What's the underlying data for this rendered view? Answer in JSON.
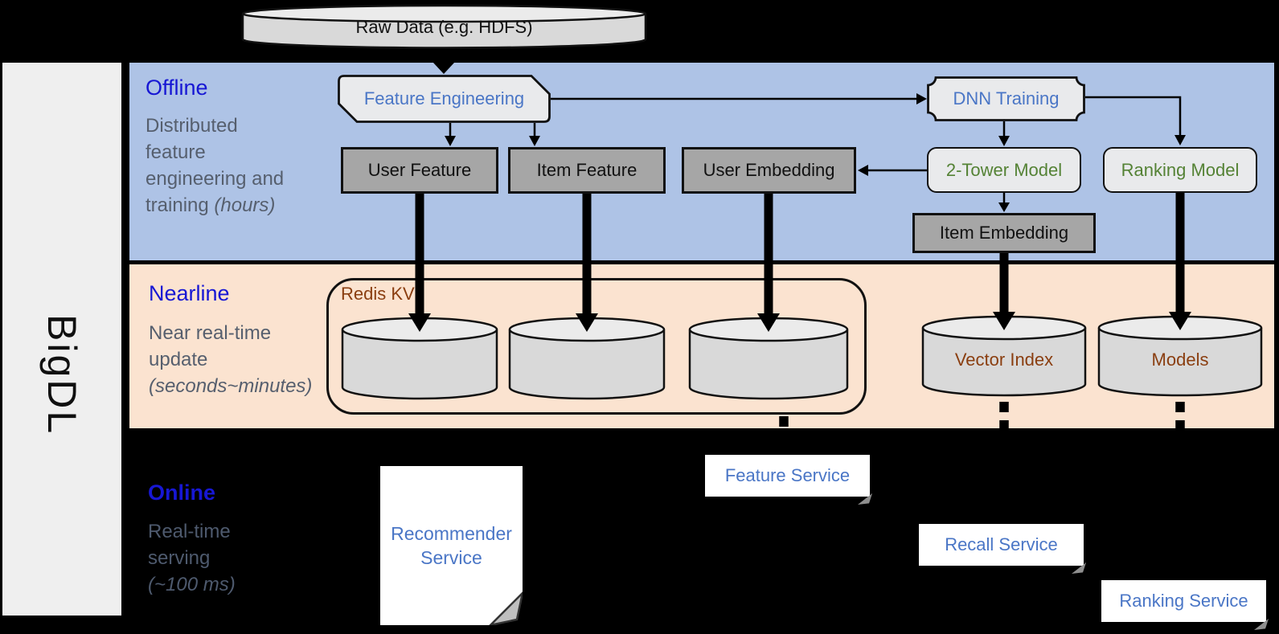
{
  "sidebar": {
    "label": "BigDL"
  },
  "raw_data": {
    "label": "Raw Data (e.g. HDFS)"
  },
  "offline": {
    "title": "Offline",
    "description": {
      "line1": "Distributed",
      "line2": "feature",
      "line3": "engineering and",
      "line4_normal": "training ",
      "line4_italic": "(hours)"
    },
    "nodes": {
      "feature_engineering": "Feature Engineering",
      "dnn_training": "DNN Training",
      "user_feature": "User Feature",
      "item_feature": "Item Feature",
      "user_embedding": "User Embedding",
      "two_tower_model": "2-Tower Model",
      "ranking_model": "Ranking Model",
      "item_embedding": "Item Embedding"
    }
  },
  "nearline": {
    "title": "Nearline",
    "description": {
      "line1": "Near real-time",
      "line2": "update",
      "line3_italic": "(seconds~minutes)"
    },
    "stores": {
      "redis_kv": "Redis KV",
      "vector_index": "Vector Index",
      "models": "Models"
    }
  },
  "online": {
    "title": "Online",
    "description": {
      "line1": "Real-time",
      "line2": "serving",
      "line3_italic": "(~100 ms)"
    },
    "services": {
      "recommender_line1": "Recommender",
      "recommender_line2": "Service",
      "feature": "Feature Service",
      "recall": "Recall Service",
      "ranking": "Ranking Service"
    }
  },
  "colors": {
    "sidebarBg": "#efefef",
    "offlineBg": "#aec3e6",
    "nearlineBg": "#fbe3d0",
    "sectionTitle": "#1717d4",
    "descGray": "#565f6e",
    "descGrayOnline": "#4e5a6e",
    "grayBox": "#a6a6a6",
    "nodeFill": "#e9eaec",
    "cylBody": "#d9d9d9",
    "cylTop": "#ebebeb",
    "blueText": "#4a76c6",
    "greenText": "#548235",
    "brownText": "#8a3e10"
  }
}
